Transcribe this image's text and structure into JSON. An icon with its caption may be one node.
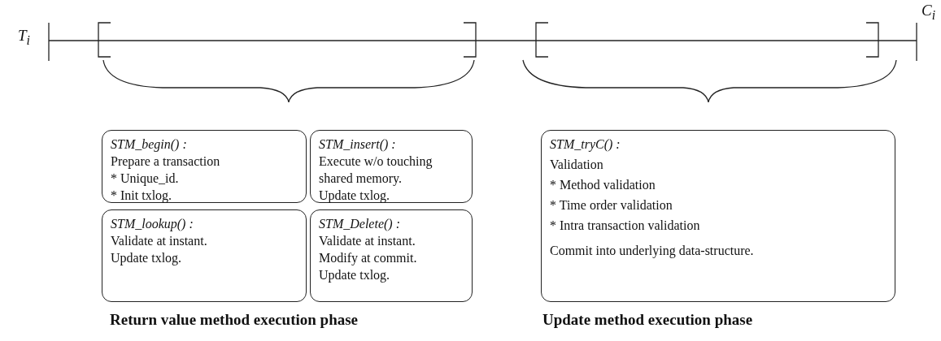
{
  "diagram": {
    "nodes": [
      {
        "text": [
          "STM_begin() :",
          "Prepare a transaction",
          "* Unique_id.",
          "* Init txlog."
        ]
      },
      {
        "text": [
          "STM_insert() :",
          "Execute w/o touching shared memory.",
          "Update txlog."
        ]
      },
      {
        "text": [
          "STM_lookup() :",
          "Validate at instant.",
          "Update txlog."
        ]
      },
      {
        "text": [
          "STM_Delete() :",
          "Validate at instant.",
          "Modify at commit.",
          "Update txlog."
        ]
      },
      {
        "text": [
          "STM_tryC() :",
          "Validation",
          "* Method validation",
          "* Time order validation",
          "* Intra transaction validation",
          "Commit into underlying data-structure."
        ]
      }
    ],
    "edges": [],
    "labels": [
      "T$_{i}$",
      "C$_{i}$",
      "Return value method execution phase",
      "Update method execution phase"
    ]
  }
}
